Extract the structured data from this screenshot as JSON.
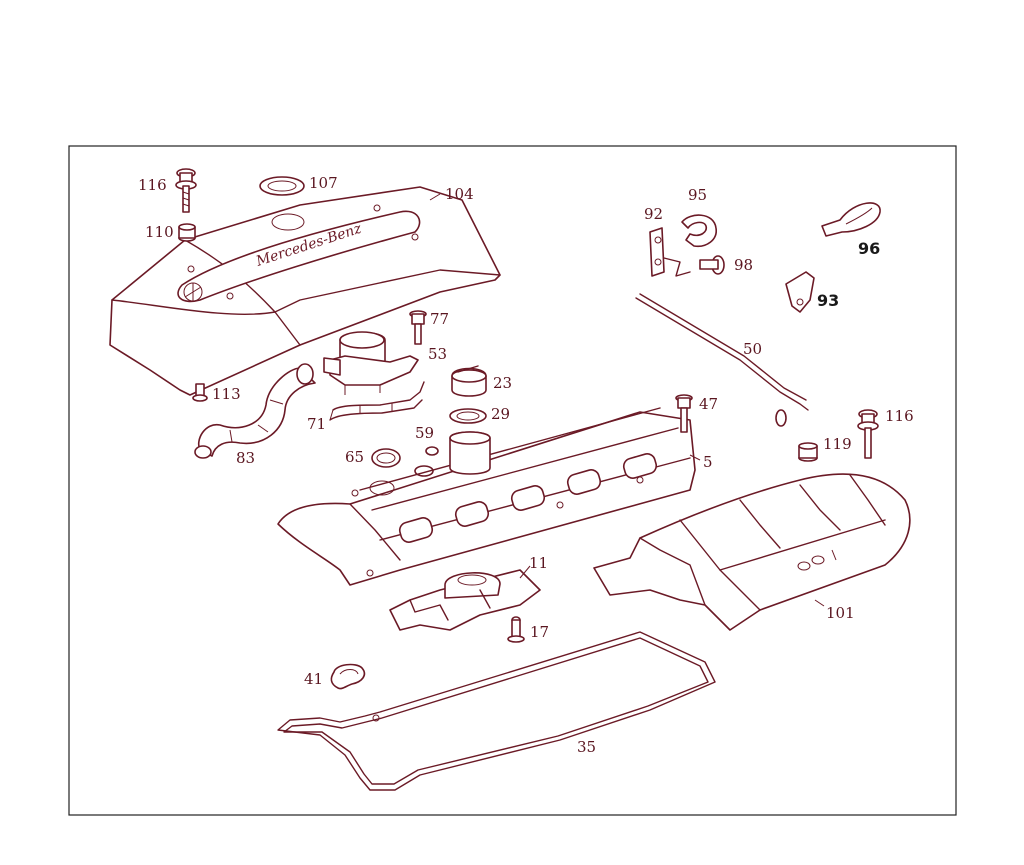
{
  "diagram": {
    "cover_logo_text": "Mercedes-Benz",
    "labels": {
      "p116a": "116",
      "p107": "107",
      "p104": "104",
      "p110": "110",
      "p77": "77",
      "p53": "53",
      "p113": "113",
      "p23": "23",
      "p71": "71",
      "p29": "29",
      "p83": "83",
      "p65": "65",
      "p59": "59",
      "p92": "92",
      "p95": "95",
      "p98": "98",
      "p96": "96",
      "p93": "93",
      "p50": "50",
      "p47": "47",
      "p116b": "116",
      "p119": "119",
      "p5": "5",
      "p11": "11",
      "p17": "17",
      "p101": "101",
      "p41": "41",
      "p35": "35"
    }
  }
}
